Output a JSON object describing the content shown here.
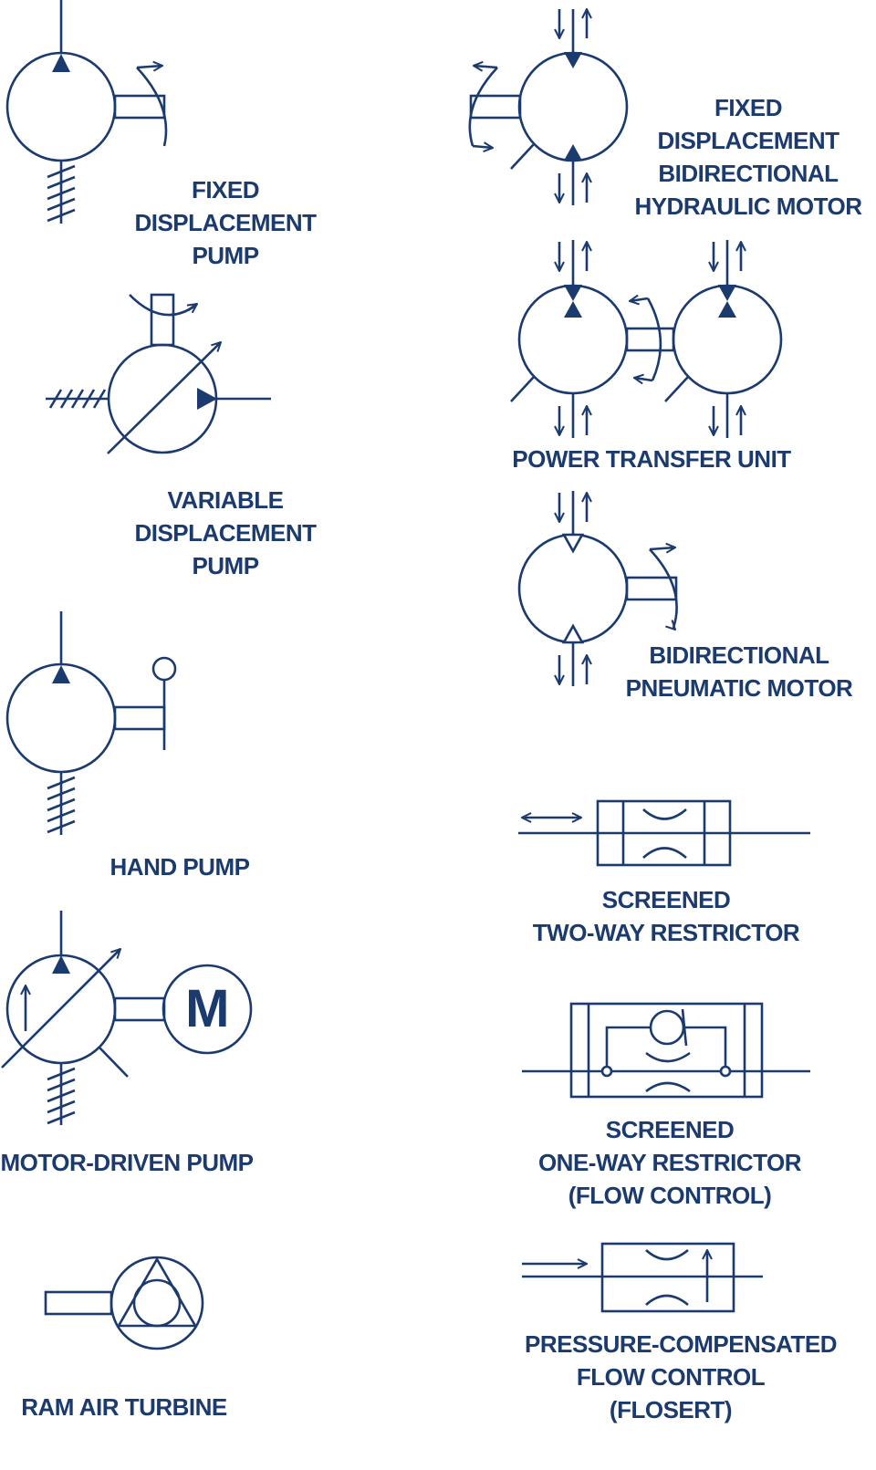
{
  "colors": {
    "ink": "#1b3a6e",
    "background": "#ffffff"
  },
  "labels": {
    "fixed_pump": [
      "FIXED",
      "DISPLACEMENT",
      "PUMP"
    ],
    "bidir_hyd_motor": [
      "FIXED",
      "DISPLACEMENT",
      "BIDIRECTIONAL",
      "HYDRAULIC MOTOR"
    ],
    "variable_pump": [
      "VARIABLE",
      "DISPLACEMENT",
      "PUMP"
    ],
    "power_transfer": [
      "POWER TRANSFER UNIT"
    ],
    "pneumatic_motor": [
      "BIDIRECTIONAL",
      "PNEUMATIC MOTOR"
    ],
    "hand_pump": [
      "HAND PUMP"
    ],
    "two_way": [
      "SCREENED",
      "TWO-WAY RESTRICTOR"
    ],
    "motor_pump": [
      "MOTOR-DRIVEN PUMP"
    ],
    "motor_letter": "M",
    "one_way": [
      "SCREENED",
      "ONE-WAY RESTRICTOR",
      "(FLOW CONTROL)"
    ],
    "ram_air": [
      "RAM AIR TURBINE"
    ],
    "flosert": [
      "PRESSURE-COMPENSATED",
      "FLOW CONTROL",
      "(FLOSERT)"
    ]
  }
}
